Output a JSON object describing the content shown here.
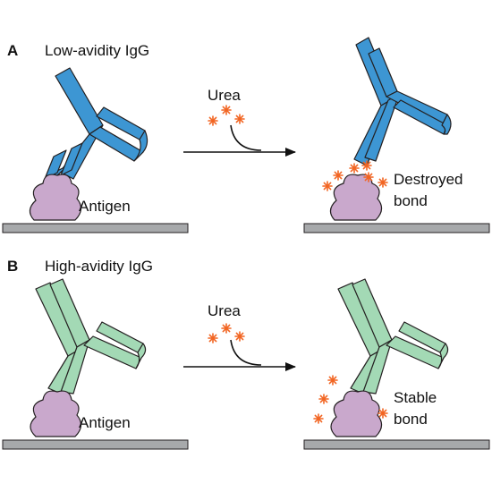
{
  "colors": {
    "low_avidity_antibody": "#3d96d3",
    "high_avidity_antibody": "#a3d9b5",
    "antigen": "#c9a8cc",
    "surface": "#a7a9ab",
    "urea": "#f26522",
    "outline": "#231f20"
  },
  "panel_a": {
    "letter": "A",
    "title": "Low-avidity IgG",
    "antigen_label": "Antigen",
    "reagent_label": "Urea",
    "result_line1": "Destroyed",
    "result_line2": "bond"
  },
  "panel_b": {
    "letter": "B",
    "title": "High-avidity IgG",
    "antigen_label": "Antigen",
    "reagent_label": "Urea",
    "result_line1": "Stable",
    "result_line2": "bond"
  }
}
